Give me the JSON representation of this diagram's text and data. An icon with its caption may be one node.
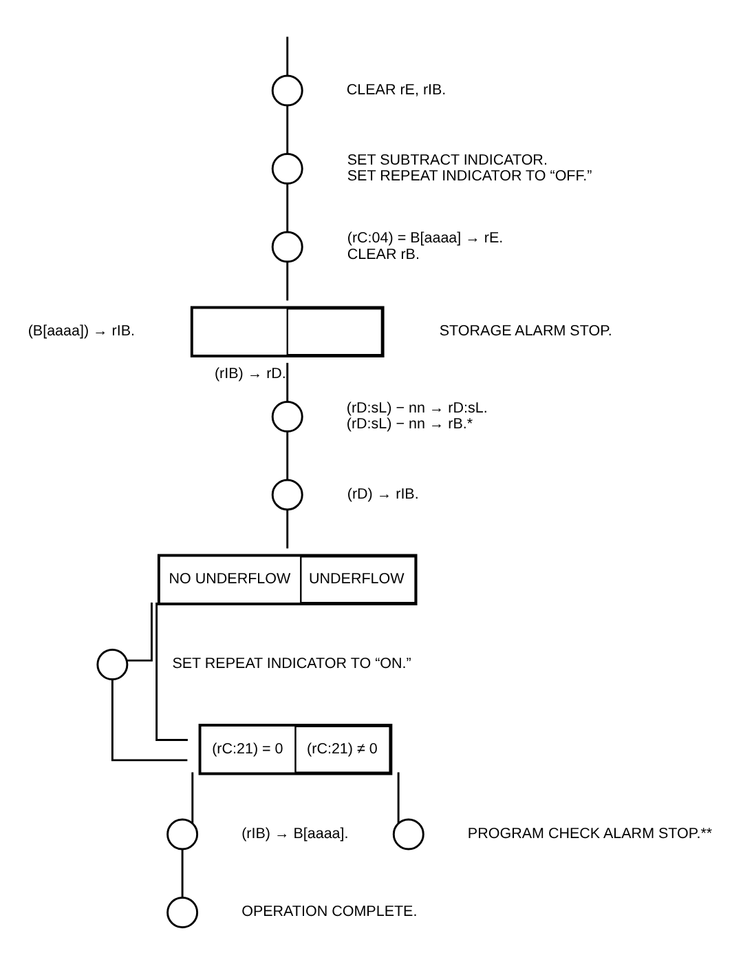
{
  "diagram": {
    "nodes": [
      {
        "text": [],
        "shape": "circle",
        "beside": [
          "CLEAR rE, rIB."
        ]
      },
      {
        "text": [],
        "shape": "circle",
        "beside": [
          "SET SUBTRACT INDICATOR.",
          "SET REPEAT INDICATOR TO “OFF.”"
        ]
      },
      {
        "text": [],
        "shape": "circle",
        "beside": [
          "(rC:04) = B[aaaa] → rE.",
          "CLEAR rB."
        ]
      },
      {
        "text": [],
        "shape": "box",
        "beside": [
          "(B[aaaa]) → rIB.",
          "STORAGE ALARM STOP."
        ]
      },
      {
        "text": [],
        "shape": "circle",
        "beside": [
          "(rD:sL) − nn → rD:sL.",
          "(rD:sL) − nn → rB.*"
        ]
      },
      {
        "text": [],
        "shape": "circle",
        "beside": [
          "(rD) → rIB."
        ]
      },
      {
        "text": [
          "NO UNDERFLOW",
          "UNDERFLOW"
        ]
      },
      {
        "text": [],
        "shape": "circle",
        "beside": [
          "SET REPEAT INDICATOR TO “ON.”"
        ]
      },
      {
        "text": [
          "(rC:21) = 0",
          "(rC:21) ≠ 0"
        ]
      },
      {
        "text": [],
        "shape": "circle",
        "beside": [
          "(rIB) → B[aaaa]."
        ]
      },
      {
        "text": [],
        "shape": "circle",
        "beside": [
          "PROGRAM CHECK ALARM STOP.**"
        ]
      },
      {
        "text": [],
        "shape": "circle",
        "beside": [
          "OPERATION COMPLETE."
        ]
      }
    ],
    "edges": [
      {
        "from": null,
        "to": 0,
        "arrow": "none"
      },
      {
        "from": 0,
        "to": 1,
        "arrow": "none"
      },
      {
        "from": 1,
        "to": 2,
        "arrow": "none"
      },
      {
        "from": 2,
        "to": 3,
        "arrow": "none"
      },
      {
        "from": 3,
        "to": 4,
        "arrow": "none",
        "label": "(rIB) → rD."
      },
      {
        "from": 4,
        "to": 5,
        "arrow": "none"
      },
      {
        "from": 5,
        "to": 6,
        "arrow": "none"
      },
      {
        "from": 6,
        "to": 7,
        "arrow": "none"
      },
      {
        "from": 6,
        "to": 8,
        "arrow": "none"
      },
      {
        "from": 7,
        "to": 8,
        "arrow": "none"
      },
      {
        "from": 8,
        "to": 9,
        "arrow": "none"
      },
      {
        "from": 8,
        "to": 10,
        "arrow": "none"
      },
      {
        "from": 9,
        "to": 11,
        "arrow": "none"
      }
    ]
  }
}
